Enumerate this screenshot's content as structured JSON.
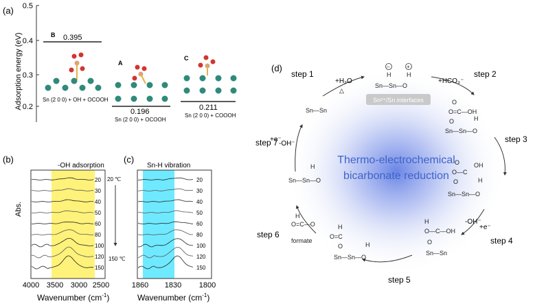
{
  "panel_a": {
    "label": "(a)",
    "ylabel": "Adsorption energy (eV)",
    "yticks": [
      "0.5",
      "0.4",
      "0.3",
      "0.2"
    ],
    "B": {
      "letter": "B",
      "value": "0.395",
      "desc": "Sn (2 0 0) + OH + OCOOH"
    },
    "A": {
      "letter": "A",
      "value": "0.196",
      "desc": "Sn (2 0 0) + OCOOH"
    },
    "C": {
      "letter": "C",
      "value": "0.211",
      "desc": "Sn (2 0 0) + COOOH"
    }
  },
  "panel_b": {
    "label": "(b)",
    "title": "-OH adsorption",
    "ylabel": "Abs.",
    "xlabel": "Wavenumber (cm",
    "xlabel_sup": "-1",
    "xlabel_end": ")",
    "xticks": [
      "4000",
      "3500",
      "3000",
      "2500"
    ],
    "temps": [
      "20",
      "30",
      "40",
      "50",
      "60",
      "80",
      "100",
      "120",
      "150"
    ],
    "temp_top": "20 ℃",
    "temp_bottom": "150 ℃",
    "highlight_color": "#fff27a"
  },
  "panel_c": {
    "label": "(c)",
    "title": "Sn-H vibration",
    "xlabel": "Wavenumber (cm",
    "xlabel_sup": "-1",
    "xlabel_end": ")",
    "xticks": [
      "1860",
      "1830",
      "1800"
    ],
    "temps": [
      "20",
      "30",
      "40",
      "50",
      "60",
      "80",
      "100",
      "120",
      "150"
    ],
    "highlight_color": "#6fe9ff"
  },
  "panel_d": {
    "label": "(d)",
    "center_line1": "Thermo-electrochemical",
    "center_line2": "bicarbonate reduction",
    "center_color": "#3e63c8",
    "interface_label": "Sn²⁺/Sn interfaces",
    "steps": [
      "step 1",
      "step 2",
      "step 3",
      "step 4",
      "step 5",
      "step 6",
      "step 7"
    ],
    "reagents": {
      "s1": "+H₂O",
      "s1_heat": "△",
      "s2": "+HCO₃⁻",
      "s4a": "-OH⁻",
      "s4b": "+e⁻",
      "s7a": "+e⁻",
      "s7b": "-OH⁻"
    },
    "formate_label": "formate"
  }
}
